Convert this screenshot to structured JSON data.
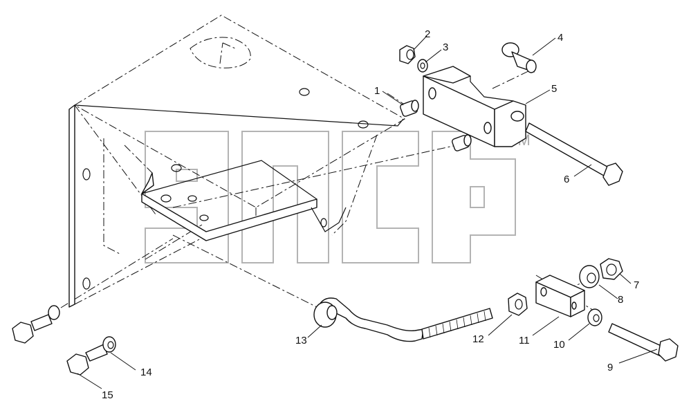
{
  "diagram": {
    "callouts": [
      {
        "id": "1",
        "label": "1"
      },
      {
        "id": "2",
        "label": "2"
      },
      {
        "id": "3",
        "label": "3"
      },
      {
        "id": "4",
        "label": "4"
      },
      {
        "id": "5",
        "label": "5"
      },
      {
        "id": "6",
        "label": "6"
      },
      {
        "id": "7",
        "label": "7"
      },
      {
        "id": "8",
        "label": "8"
      },
      {
        "id": "9",
        "label": "9"
      },
      {
        "id": "10",
        "label": "10"
      },
      {
        "id": "11",
        "label": "11"
      },
      {
        "id": "12",
        "label": "12"
      },
      {
        "id": "13",
        "label": "13"
      },
      {
        "id": "14",
        "label": "14"
      },
      {
        "id": "15",
        "label": "15"
      }
    ],
    "watermark": {
      "text": "TM"
    }
  }
}
